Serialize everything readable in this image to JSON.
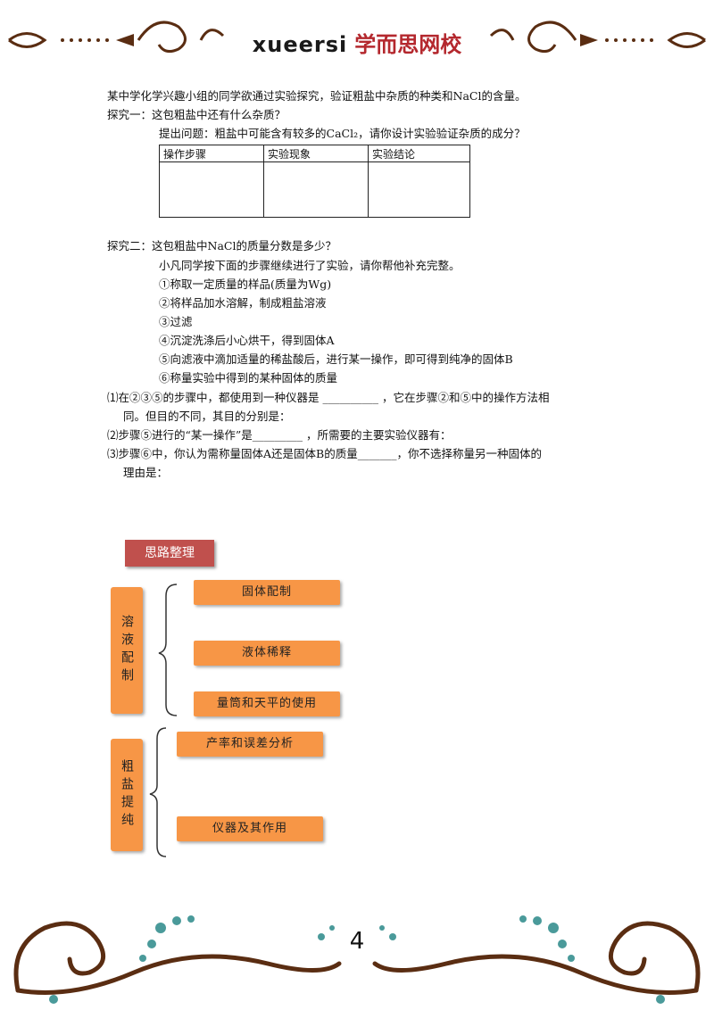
{
  "header": {
    "brand_en": "xueersi",
    "brand_cn": "学而思网校",
    "colors": {
      "brand_red": "#b4282e",
      "ornament": "#5a2d12"
    }
  },
  "content": {
    "intro": "某中学化学兴趣小组的同学欲通过实验探究，验证粗盐中杂质的种类和NaCl的含量。",
    "probe1_title": "探究一：这包粗盐中还有什么杂质？",
    "probe1_question": "提出问题：粗盐中可能含有较多的CaCl₂，请你设计实验验证杂质的成分？",
    "table_headers": [
      "操作步骤",
      "实验现象",
      "实验结论"
    ],
    "probe2_title": "探究二：这包粗盐中NaCl的质量分数是多少？",
    "probe2_intro": "小凡同学按下面的步骤继续进行了实验，请你帮他补充完整。",
    "steps": [
      "①称取一定质量的样品(质量为Wg)",
      "②将样品加水溶解，制成粗盐溶液",
      "③过滤",
      "④沉淀洗涤后小心烘干，得到固体A",
      "⑤向滤液中滴加适量的稀盐酸后，进行某一操作，即可得到纯净的固体B",
      "⑥称量实验中得到的某种固体的质量"
    ],
    "q1_line1": "⑴在②③⑤的步骤中，都使用到一种仪器是 __________ ，它在步骤②和⑤中的操作方法相",
    "q1_line2": "同。但目的不同，其目的分别是：",
    "q2": "⑵步骤⑤进行的“某一操作”是_________ ，所需要的主要实验仪器有：",
    "q3_line1": "⑶步骤⑥中，你认为需称量固体A还是固体B的质量_______，你不选择称量另一种固体的",
    "q3_line2": "理由是："
  },
  "mindmap": {
    "title": "思路整理",
    "group1": {
      "label": "溶液配制",
      "items": [
        "固体配制",
        "液体稀释",
        "量筒和天平的使用"
      ]
    },
    "group2": {
      "label": "粗盐提纯",
      "items": [
        "产率和误差分析",
        "仪器及其作用"
      ]
    },
    "colors": {
      "title_bg": "#c0504d",
      "box_bg": "#f79646"
    }
  },
  "footer": {
    "page_number": "4",
    "colors": {
      "swirl_brown": "#5a2d12",
      "dots_teal": "#4a9a9a"
    }
  }
}
